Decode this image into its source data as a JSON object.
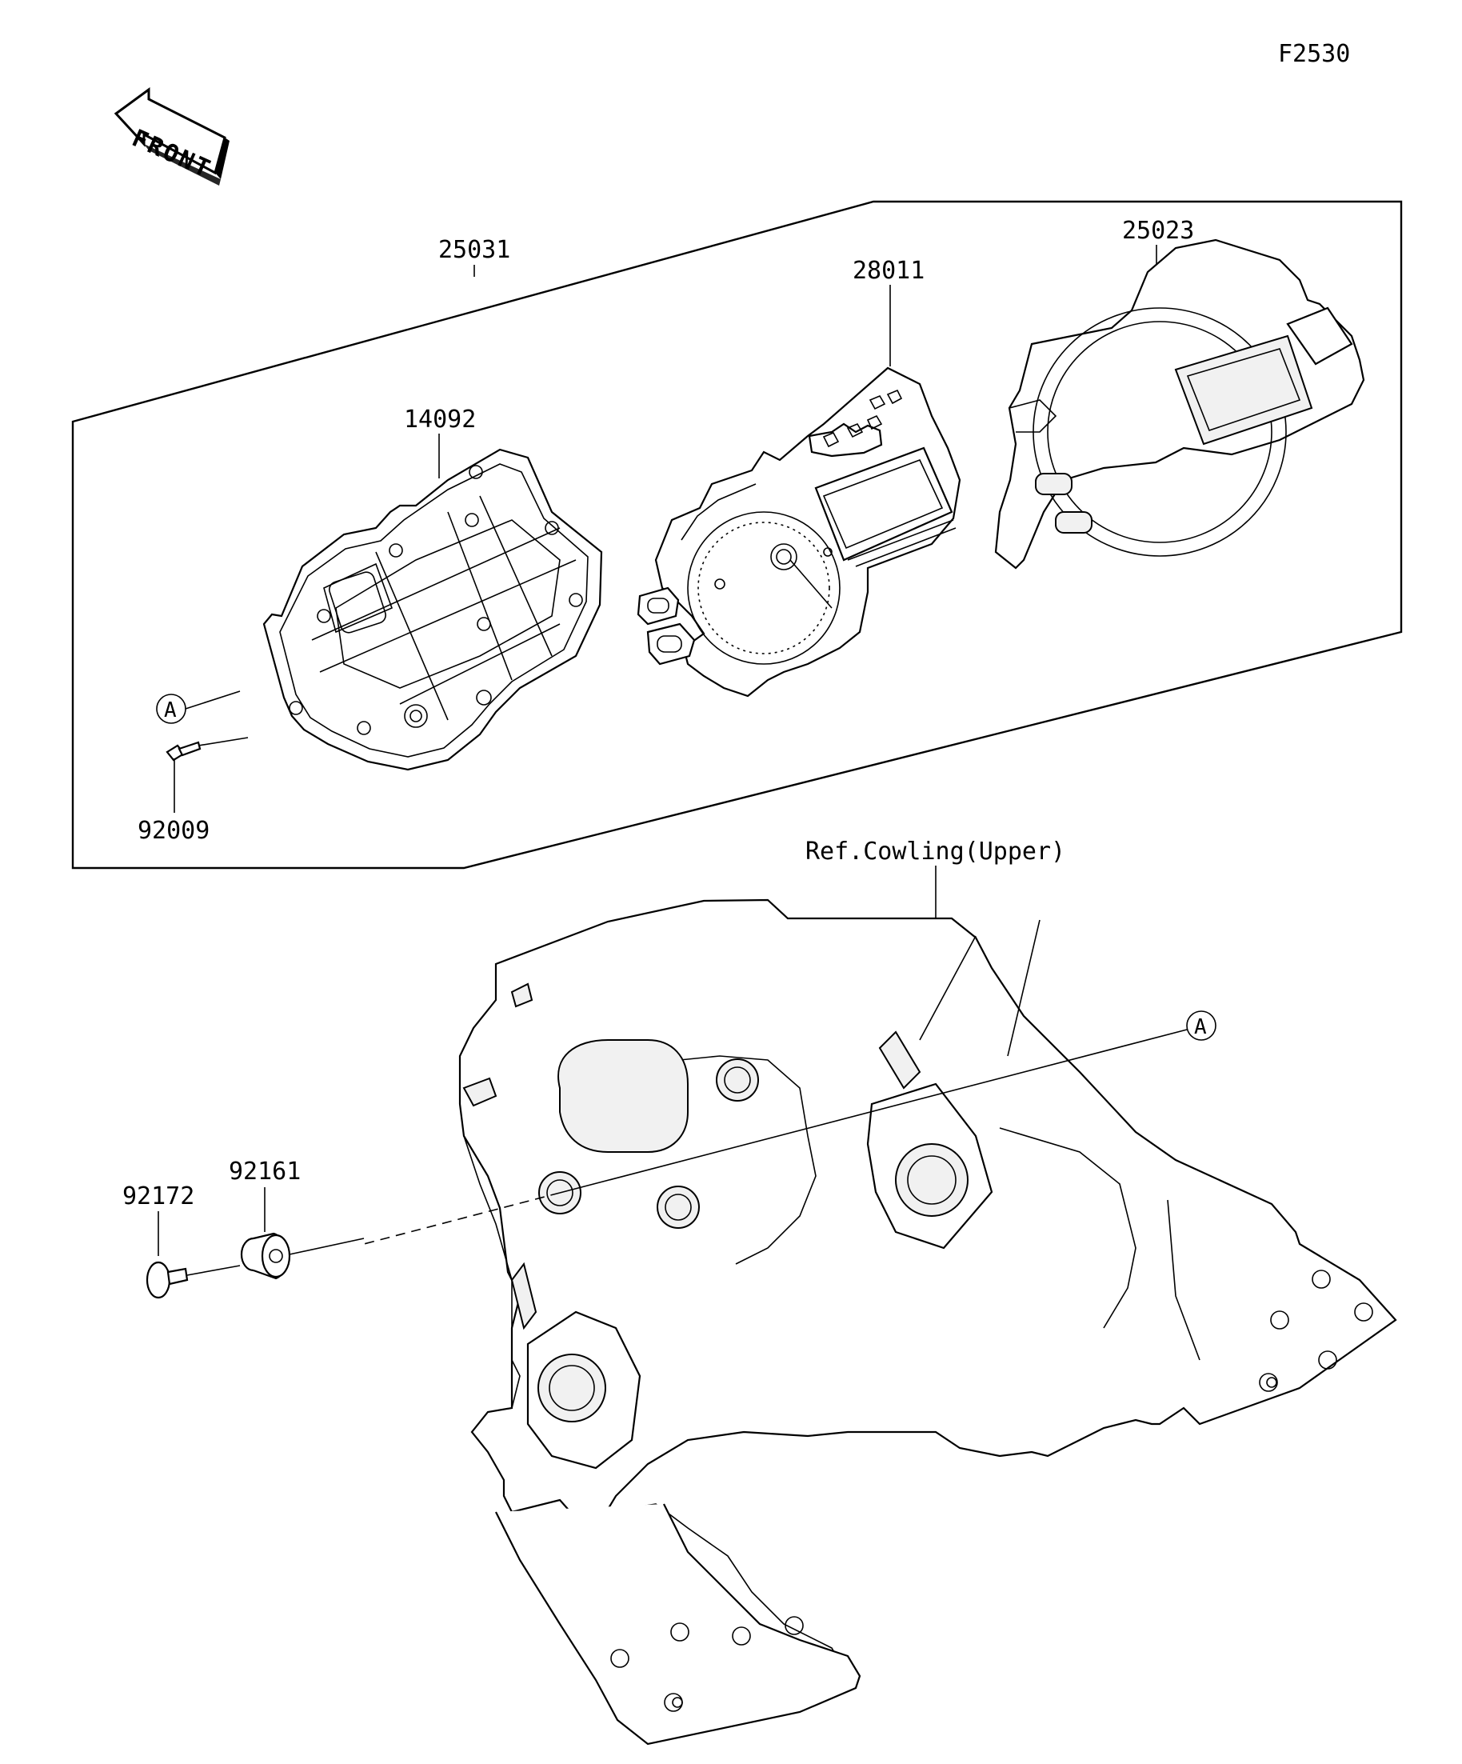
{
  "figure_code": "F2530",
  "front_badge": "FRONT",
  "callout_marker": "A",
  "parts": {
    "assembly": "25031",
    "case_cover": "25023",
    "meter_unit": "28011",
    "case_lower": "14092",
    "screw": "92009",
    "damper": "92161",
    "collar_bolt": "92172"
  },
  "reference": "Ref.Cowling(Upper)"
}
